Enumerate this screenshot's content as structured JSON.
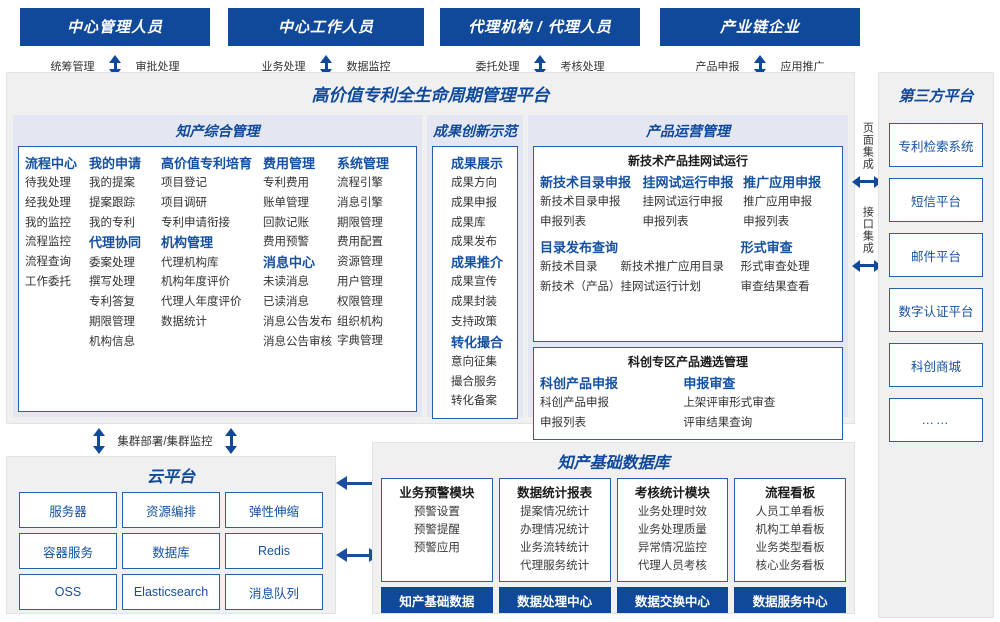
{
  "roles": [
    {
      "title": "中心管理人员",
      "left": "统筹管理",
      "right": "审批处理"
    },
    {
      "title": "中心工作人员",
      "left": "业务处理",
      "right": "数据监控"
    },
    {
      "title": "代理机构 / 代理人员",
      "left": "委托处理",
      "right": "考核处理"
    },
    {
      "title": "产业链企业",
      "left": "产品申报",
      "right": "应用推广"
    }
  ],
  "platform": {
    "title": "高价值专利全生命周期管理平台",
    "bands": {
      "knowledge": {
        "title": "知产综合管理",
        "columns": [
          {
            "groups": [
              {
                "name": "流程中心",
                "items": [
                  "待我处理",
                  "经我处理",
                  "我的监控",
                  "流程监控",
                  "流程查询",
                  "工作委托"
                ]
              }
            ]
          },
          {
            "groups": [
              {
                "name": "我的申请",
                "items": [
                  "我的提案",
                  "提案跟踪",
                  "我的专利"
                ]
              },
              {
                "name": "代理协同",
                "items": [
                  "委案处理",
                  "撰写处理",
                  "专利答复",
                  "期限管理",
                  "机构信息"
                ]
              }
            ]
          },
          {
            "groups": [
              {
                "name": "高价值专利培育",
                "items": [
                  "项目登记",
                  "项目调研",
                  "专利申请衔接"
                ]
              },
              {
                "name": "机构管理",
                "items": [
                  "代理机构库",
                  "机构年度评价",
                  "代理人年度评价",
                  "数据统计"
                ]
              }
            ]
          },
          {
            "groups": [
              {
                "name": "费用管理",
                "items": [
                  "专利费用",
                  "账单管理",
                  "回款记账",
                  "费用预警"
                ]
              },
              {
                "name": "消息中心",
                "items": [
                  "未读消息",
                  "已读消息",
                  "消息公告发布",
                  "消息公告审核"
                ]
              }
            ]
          },
          {
            "groups": [
              {
                "name": "系统管理",
                "items": [
                  "流程引擎",
                  "消息引擎",
                  "期限管理",
                  "费用配置",
                  "资源管理",
                  "用户管理",
                  "权限管理",
                  "组织机构",
                  "字典管理"
                ]
              }
            ]
          }
        ]
      },
      "achievement": {
        "title": "成果创新示范",
        "groups": [
          {
            "name": "成果展示",
            "items": [
              "成果方向",
              "成果申报",
              "成果库",
              "成果发布"
            ]
          },
          {
            "name": "成果推介",
            "items": [
              "成果宣传",
              "成果封装",
              "支持政策"
            ]
          },
          {
            "name": "转化撮合",
            "items": [
              "意向征集",
              "撮合服务",
              "转化备案"
            ]
          }
        ]
      },
      "product": {
        "title": "产品运营管理",
        "group_a": {
          "subtitle": "新技术产品挂网试运行",
          "columns": [
            {
              "name": "新技术目录申报",
              "items": [
                "新技术目录申报",
                "申报列表"
              ]
            },
            {
              "name": "挂网试运行申报",
              "items": [
                "挂网试运行申报",
                "申报列表"
              ]
            },
            {
              "name": "推广应用申报",
              "items": [
                "推广应用申报",
                "申报列表"
              ]
            }
          ],
          "row2": [
            {
              "name": "目录发布查询",
              "items": [
                "新技术目录　　新技术推广应用目录",
                "新技术（产品）挂网试运行计划"
              ]
            },
            {
              "name": "形式审查",
              "items": [
                "形式审查处理",
                "审查结果查看"
              ]
            }
          ]
        },
        "group_b": {
          "subtitle": "科创专区产品遴选管理",
          "columns": [
            {
              "name": "科创产品申报",
              "items": [
                "科创产品申报",
                "申报列表"
              ]
            },
            {
              "name": "申报审查",
              "items": [
                "上架评审形式审查",
                "评审结果查询"
              ]
            }
          ]
        }
      }
    }
  },
  "integration": {
    "page": "页面集成",
    "api": "接口集成"
  },
  "third_party": {
    "title": "第三方平台",
    "items": [
      "专利检索系统",
      "短信平台",
      "邮件平台",
      "数字认证平台",
      "科创商城",
      "……"
    ]
  },
  "cloud": {
    "cluster_label": "集群部署/集群监控",
    "title": "云平台",
    "cells": [
      "服务器",
      "资源编排",
      "弹性伸缩",
      "容器服务",
      "数据库",
      "Redis",
      "OSS",
      "Elasticsearch",
      "消息队列"
    ]
  },
  "database": {
    "title": "知产基础数据库",
    "columns": [
      {
        "header": "业务预警模块",
        "items": [
          "预警设置",
          "预警提醒",
          "预警应用"
        ],
        "footer": "知产基础数据"
      },
      {
        "header": "数据统计报表",
        "items": [
          "提案情况统计",
          "办理情况统计",
          "业务流转统计",
          "代理服务统计"
        ],
        "footer": "数据处理中心"
      },
      {
        "header": "考核统计模块",
        "items": [
          "业务处理时效",
          "业务处理质量",
          "异常情况监控",
          "代理人员考核"
        ],
        "footer": "数据交换中心"
      },
      {
        "header": "流程看板",
        "items": [
          "人员工单看板",
          "机构工单看板",
          "业务类型看板",
          "核心业务看板"
        ],
        "footer": "数据服务中心"
      }
    ]
  },
  "colors": {
    "brand": "#10499A",
    "accent": "#1451a3",
    "band_bg": "#e4e6f2",
    "panel_bg": "#f0f0f0"
  }
}
